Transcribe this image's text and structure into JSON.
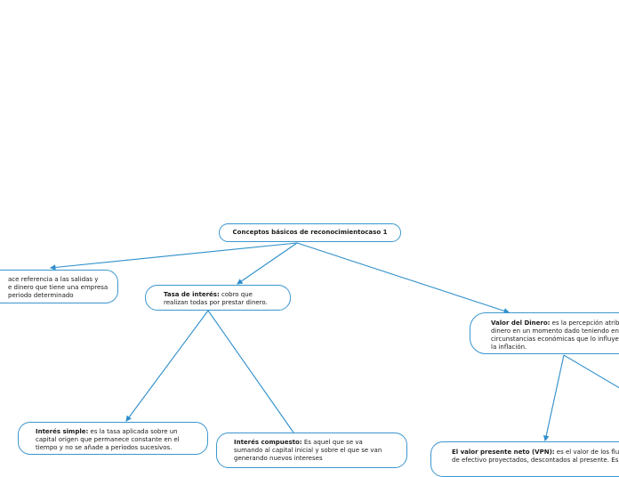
{
  "root": {
    "title": "Conceptos básicos de reconocimientocaso 1"
  },
  "nodes": {
    "costos": {
      "lines": [
        "ace referencia a las salidas y",
        "e dinero que tiene una empresa",
        "periodo determinado"
      ]
    },
    "tasa": {
      "term": "Tasa de interés:",
      "line1_rest": " cobro que",
      "line2": "realizan  todas por prestar dinero."
    },
    "valor": {
      "term": "Valor del Dinero:",
      "line1_rest": " es la percepción atrib",
      "line2": "dinero en un momento dado teniendo en",
      "line3": "circunstancias económicas que lo influyen",
      "line4": "la inflación."
    },
    "simple": {
      "term": "Interés simple:",
      "line1_rest": " es la tasa aplicada sobre un",
      "line2": "capital origen que permanece constante en el",
      "line3": "tiempo y no se añade a periodos sucesivos."
    },
    "compuesto": {
      "term": "Interés compuesto:",
      "line1_rest": " Es aquel que se va",
      "line2": "sumando al capital inicial y sobre el que se van",
      "line3": "generando nuevos intereses"
    },
    "vpn": {
      "term": "El valor presente neto (VPN):",
      "line1_rest": " es el valor de los flu",
      "line2": "de efectivo proyectados, descontados al presente. Es"
    }
  },
  "colors": {
    "connector": "#2f8fcb",
    "node_border": "#3b96cf"
  }
}
